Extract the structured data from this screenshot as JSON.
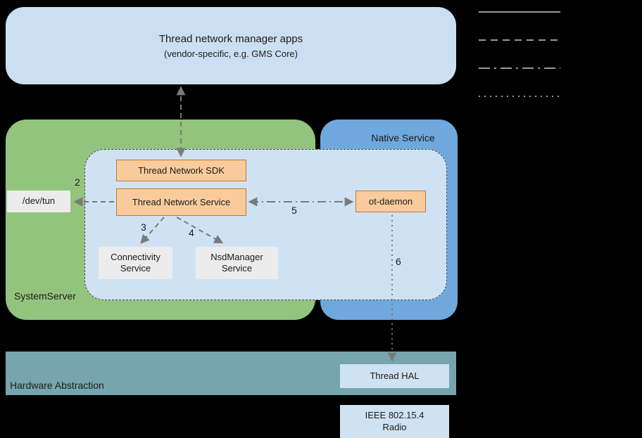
{
  "apps": {
    "title": "Thread network manager apps",
    "subtitle": "(vendor-specific, e.g. GMS Core)"
  },
  "system_server": {
    "label": "SystemServer"
  },
  "native_service": {
    "label": "Native Service"
  },
  "inner": {
    "sdk": "Thread Network SDK",
    "service": "Thread Network Service",
    "ot_daemon": "ot-daemon",
    "connectivity": {
      "line1": "Connectivity",
      "line2": "Service"
    },
    "nsd": {
      "line1": "NsdManager",
      "line2": "Service"
    }
  },
  "dev_tun": "/dev/tun",
  "hardware": {
    "label": "Hardware Abstraction",
    "thread_hal": "Thread HAL"
  },
  "radio": {
    "line1": "IEEE 802.15.4",
    "line2": "Radio"
  },
  "arrows": {
    "n2": "2",
    "n3": "3",
    "n4": "4",
    "n5": "5",
    "n6": "6"
  },
  "legend": {
    "items": [
      "solid",
      "dashed",
      "dash-dot",
      "dotted"
    ]
  },
  "colors": {
    "background": "#000000",
    "light_blue": "#cfe2f3",
    "apps_blue": "#cbdff2",
    "green": "#93c47d",
    "blue": "#6fa8dc",
    "orange": "#f9cb9c",
    "orange_border": "#c07a2a",
    "gray_box": "#ececec",
    "teal": "#76a5af",
    "arrow_gray": "#7a7a7a",
    "legend_gray": "#999999"
  }
}
